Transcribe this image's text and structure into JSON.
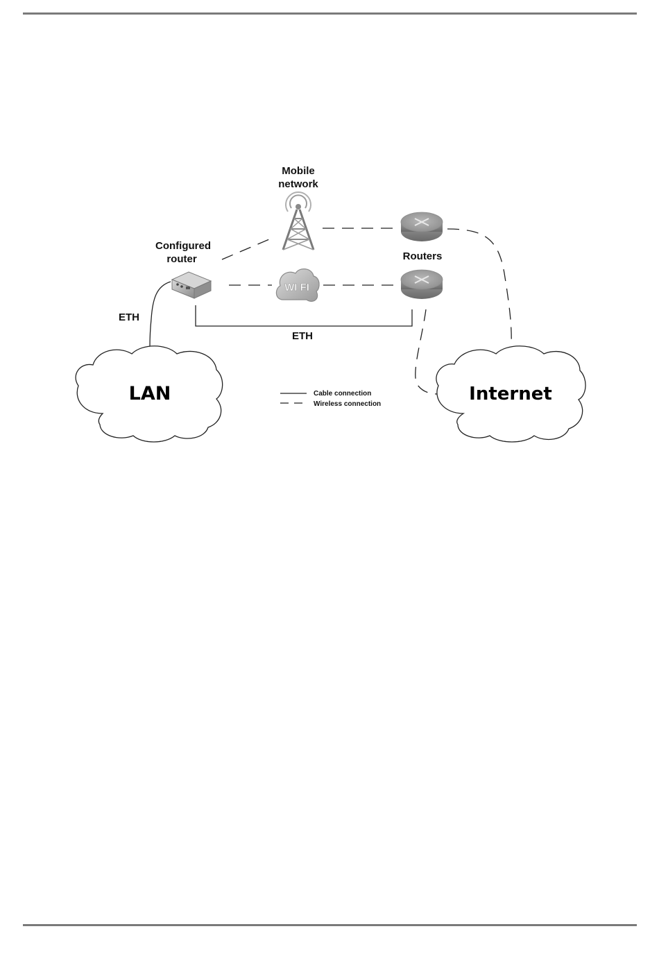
{
  "page": {
    "rule_color": "#7a7a7a"
  },
  "diagram": {
    "nodes": {
      "mobile_network": {
        "label_line1": "Mobile",
        "label_line2": "network",
        "icon": "cell-tower-icon"
      },
      "configured_router": {
        "label_line1": "Configured",
        "label_line2": "router",
        "icon": "router-device-icon"
      },
      "wifi": {
        "icon": "wifi-cloud-icon",
        "badge_text": "WI FI"
      },
      "routers": {
        "label": "Routers",
        "icon": "router-disc-icon"
      },
      "lan": {
        "label": "LAN",
        "icon": "cloud-icon"
      },
      "internet": {
        "label": "Internet",
        "icon": "cloud-icon"
      }
    },
    "edge_labels": {
      "eth_left": "ETH",
      "eth_bottom": "ETH"
    },
    "legend": {
      "cable": "Cable connection",
      "wireless": "Wireless connection"
    },
    "edges": [
      {
        "from": "configured_router",
        "to": "mobile_network",
        "type": "wireless"
      },
      {
        "from": "mobile_network",
        "to": "router_top",
        "type": "wireless"
      },
      {
        "from": "configured_router",
        "to": "wifi",
        "type": "wireless"
      },
      {
        "from": "wifi",
        "to": "router_bottom",
        "type": "wireless"
      },
      {
        "from": "router_top",
        "to": "internet",
        "type": "wireless"
      },
      {
        "from": "router_bottom",
        "to": "internet",
        "type": "wireless"
      },
      {
        "from": "configured_router",
        "to": "router_bottom",
        "type": "cable",
        "label": "ETH"
      },
      {
        "from": "configured_router",
        "to": "lan",
        "type": "cable",
        "label": "ETH"
      }
    ]
  }
}
